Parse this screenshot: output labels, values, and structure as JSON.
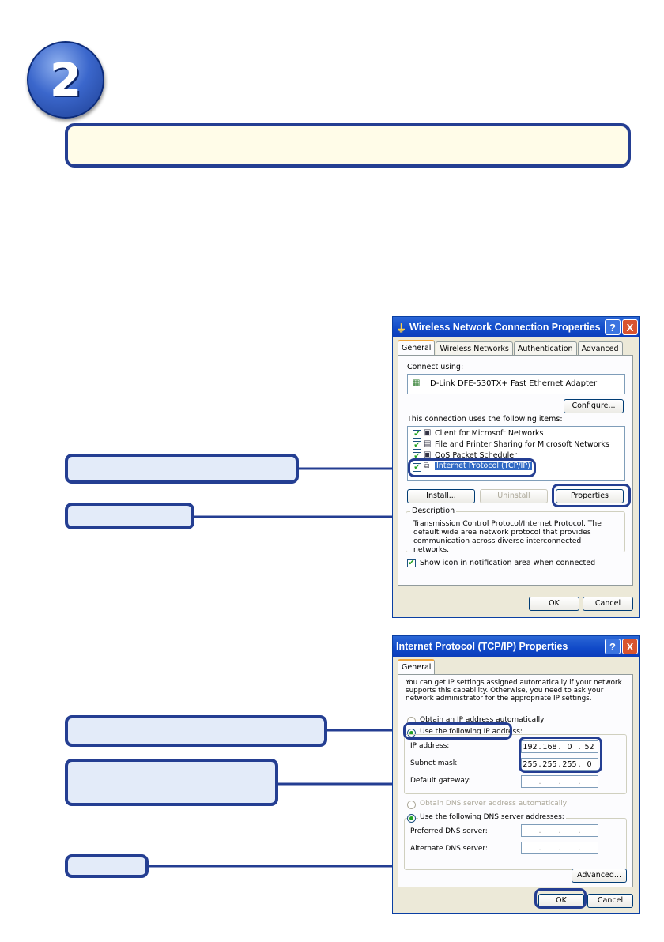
{
  "step_number": "2",
  "dialog1": {
    "title": "Wireless Network Connection Properties",
    "help_btn": "?",
    "close_btn": "X",
    "tabs": [
      "General",
      "Wireless Networks",
      "Authentication",
      "Advanced"
    ],
    "connect_using_label": "Connect using:",
    "adapter": "D-Link DFE-530TX+ Fast Ethernet Adapter",
    "configure_btn": "Configure...",
    "items_label": "This connection uses the following items:",
    "items": [
      {
        "label": "Client for Microsoft Networks",
        "checked": true
      },
      {
        "label": "File and Printer Sharing for Microsoft Networks",
        "checked": true
      },
      {
        "label": "QoS Packet Scheduler",
        "checked": true
      },
      {
        "label": "Internet Protocol (TCP/IP)",
        "checked": true,
        "selected": true
      }
    ],
    "install_btn": "Install...",
    "uninstall_btn": "Uninstall",
    "properties_btn": "Properties",
    "description_label": "Description",
    "description_text": "Transmission Control Protocol/Internet Protocol. The default wide area network protocol that provides communication across diverse interconnected networks.",
    "show_icon_label": "Show icon in notification area when connected",
    "ok_btn": "OK",
    "cancel_btn": "Cancel"
  },
  "dialog2": {
    "title": "Internet Protocol (TCP/IP) Properties",
    "help_btn": "?",
    "close_btn": "X",
    "tab": "General",
    "intro_text": "You can get IP settings assigned automatically if your network supports this capability. Otherwise, you need to ask your network administrator for the appropriate IP settings.",
    "obtain_ip_label": "Obtain an IP address automatically",
    "use_ip_label": "Use the following IP address:",
    "ip_address_label": "IP address:",
    "ip_address": [
      "192",
      "168",
      "0",
      "52"
    ],
    "subnet_label": "Subnet mask:",
    "subnet_mask": [
      "255",
      "255",
      "255",
      "0"
    ],
    "gateway_label": "Default gateway:",
    "obtain_dns_label": "Obtain DNS server address automatically",
    "use_dns_label": "Use the following DNS server addresses:",
    "preferred_dns_label": "Preferred DNS server:",
    "alternate_dns_label": "Alternate DNS server:",
    "advanced_btn": "Advanced...",
    "ok_btn": "OK",
    "cancel_btn": "Cancel"
  },
  "colors": {
    "callout_border": "#243e92",
    "callout_fill": "#e3ebf9",
    "header_fill": "#fffce8"
  }
}
